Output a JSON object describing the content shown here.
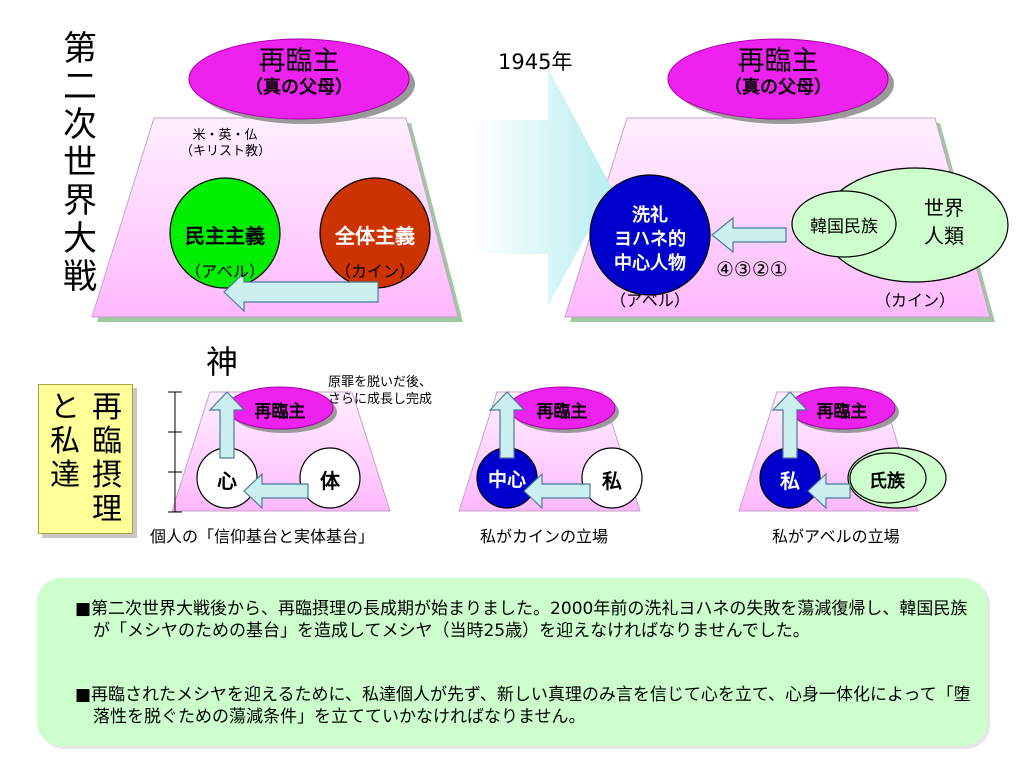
{
  "vertical_title": [
    "第",
    "二",
    "次",
    "世",
    "界",
    "大",
    "戦"
  ],
  "year_label": "1945年",
  "top_left": {
    "oval_title": "再臨主",
    "oval_sub": "（真の父母）",
    "allies": [
      "米・英・仏",
      "（キリスト教）"
    ],
    "left_circle": {
      "label": "民主主義",
      "role": "（アベル）"
    },
    "right_circle": {
      "label": "全体主義",
      "role": "（カイン）"
    }
  },
  "top_right": {
    "oval_title": "再臨主",
    "oval_sub": "（真の父母）",
    "blue_circle": [
      "洗礼",
      "ヨハネ的",
      "中心人物"
    ],
    "blue_role": "（アベル）",
    "korea": "韓国民族",
    "world": [
      "世界",
      "人類"
    ],
    "world_role": "（カイン）",
    "sequence": "④③②①"
  },
  "panel_title": {
    "col1": [
      "再",
      "臨",
      "摂",
      "理"
    ],
    "col2": [
      "と",
      "私",
      "達"
    ]
  },
  "god_label": "神",
  "bottom": {
    "p1": {
      "oval": "再臨主",
      "left": "心",
      "right": "体",
      "note": [
        "原罪を脱いだ後、",
        "さらに成長し完成"
      ],
      "caption": "個人の「信仰基台と実体基台」"
    },
    "p2": {
      "oval": "再臨主",
      "left": "中心",
      "right": "私",
      "caption": "私がカインの立場"
    },
    "p3": {
      "oval": "再臨主",
      "left": "私",
      "right": "氏族",
      "caption": "私がアベルの立場"
    }
  },
  "notes": [
    "■第二次世界大戦後から、再臨摂理の長成期が始まりました。2000年前の洗礼ヨハネの失敗を蕩減復帰し、韓国民族が「メシヤのための基台」を造成してメシヤ（当時25歳）を迎えなければなりませんでした。",
    "■再臨されたメシヤを迎えるために、私達個人が先ず、新しい真理のみ言を信じて心を立て、心身一体化によって「堕落性を脱ぐための蕩減条件」を立てていかなければなりません。"
  ],
  "colors": {
    "magenta": "#ee22ee",
    "pink_light": "#ffe6ff",
    "green": "#00ee00",
    "rust": "#cc3300",
    "blue": "#0000cc",
    "mint": "#ccffcc",
    "arrow": "#ccf0f0",
    "yellow": "#ffff99"
  }
}
